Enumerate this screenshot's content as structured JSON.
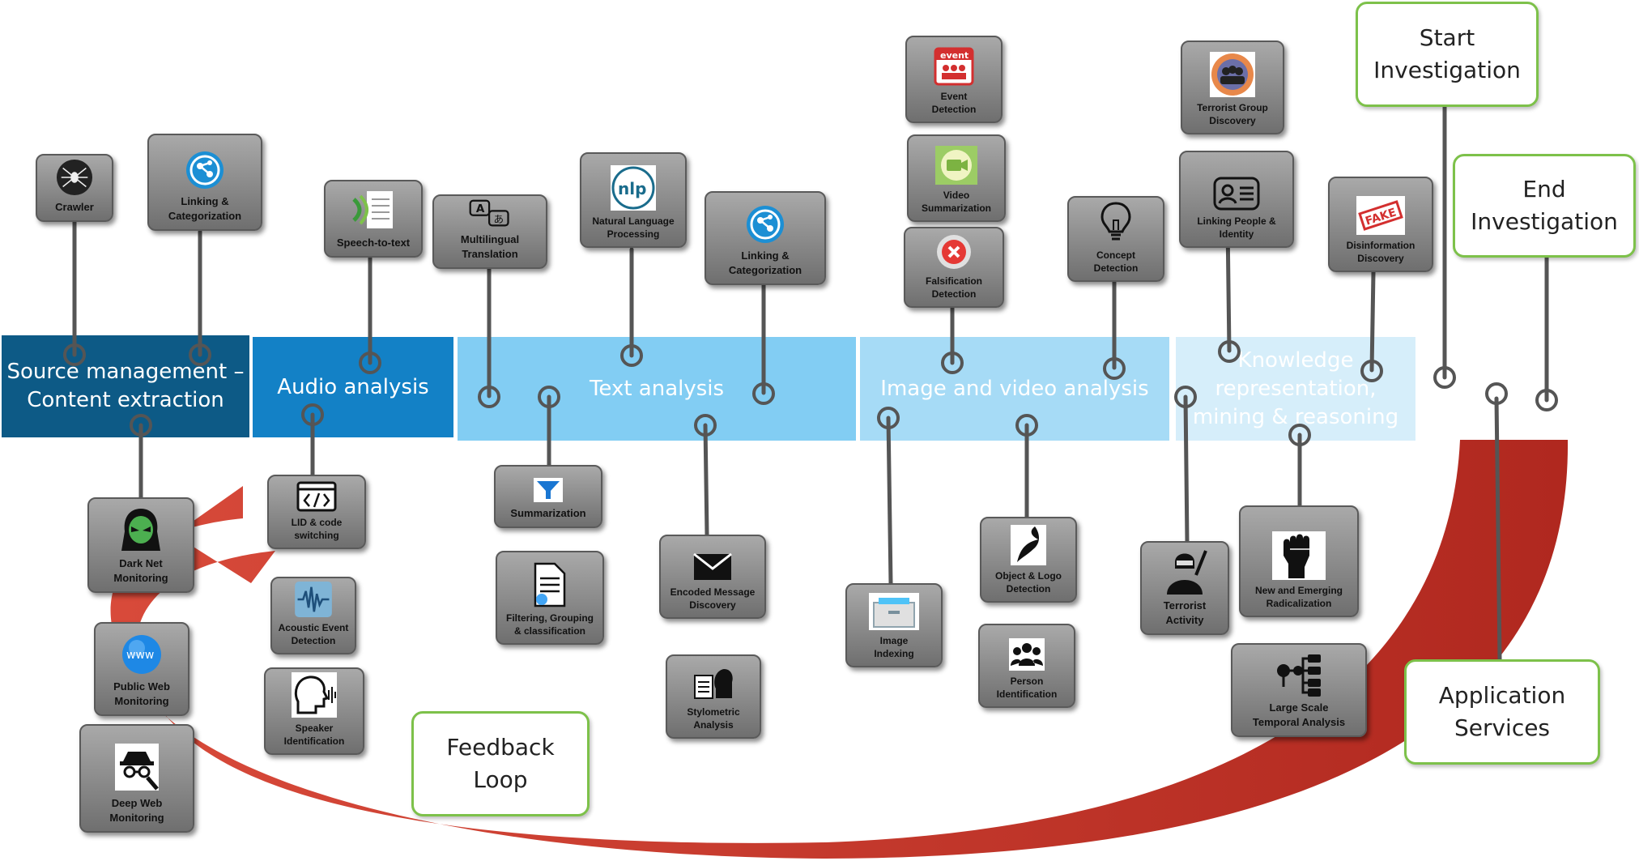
{
  "colors": {
    "band_source": "#0d5a86",
    "band_audio": "#1381c6",
    "band_text": "#82cdf3",
    "band_image": "#a6dbf6",
    "band_knowledge": "#d6eefa",
    "card": "#8f8f8f",
    "connector": "#555555",
    "arrow": "#c8352b",
    "box_border": "#7dc14a"
  },
  "bands": {
    "source": "Source management –\nContent extraction",
    "audio": "Audio analysis",
    "text": "Text analysis",
    "image": "Image and video analysis",
    "knowledge": "Knowledge\nrepresentation,\nmining & reasoning"
  },
  "boxes": {
    "start": "Start\nInvestigation",
    "end": "End\nInvestigation",
    "app": "Application\nServices",
    "feedback": "Feedback\nLoop"
  },
  "cards": {
    "crawler": {
      "label": "Crawler",
      "icon": "spider-icon"
    },
    "linking1": {
      "label": "Linking &\nCategorization",
      "icon": "network-icon"
    },
    "speech": {
      "label": "Speech-to-text",
      "icon": "speech-icon"
    },
    "translation": {
      "label": "Multilingual\nTranslation",
      "icon": "translate-icon"
    },
    "nlp": {
      "label": "Natural Language\nProcessing",
      "icon": "nlp-icon"
    },
    "linking2": {
      "label": "Linking &\nCategorization",
      "icon": "network-icon"
    },
    "event": {
      "label": "Event\nDetection",
      "icon": "calendar-event-icon"
    },
    "video_sum": {
      "label": "Video\nSummarization",
      "icon": "video-camera-icon"
    },
    "falsification": {
      "label": "Falsification\nDetection",
      "icon": "cross-circle-icon"
    },
    "concept": {
      "label": "Concept\nDetection",
      "icon": "lightbulb-icon"
    },
    "terrorist_group": {
      "label": "Terrorist Group\nDiscovery",
      "icon": "group-icon"
    },
    "linking_people": {
      "label": "Linking People &\nIdentity",
      "icon": "id-card-icon"
    },
    "disinformation": {
      "label": "Disinformation\nDiscovery",
      "icon": "fake-stamp-icon",
      "stamp": "FAKE"
    },
    "dark_net": {
      "label": "Dark Net\nMonitoring",
      "icon": "hacker-icon"
    },
    "public_web": {
      "label": "Public Web\nMonitoring",
      "icon": "globe-icon",
      "globe_text": "www"
    },
    "deep_web": {
      "label": "Deep Web\nMonitoring",
      "icon": "spy-icon"
    },
    "lid": {
      "label": "LID & code\nswitching",
      "icon": "code-icon"
    },
    "acoustic": {
      "label": "Acoustic Event\nDetection",
      "icon": "waveform-icon"
    },
    "speaker": {
      "label": "Speaker\nIdentification",
      "icon": "speaker-head-icon"
    },
    "summarization": {
      "label": "Summarization",
      "icon": "funnel-icon"
    },
    "filtering": {
      "label": "Filtering, Grouping\n& classification",
      "icon": "document-icon"
    },
    "encoded": {
      "label": "Encoded Message\nDiscovery",
      "icon": "envelope-icon"
    },
    "stylometric": {
      "label": "Stylometric\nAnalysis",
      "icon": "stylometry-icon"
    },
    "image_index": {
      "label": "Image\nIndexing",
      "icon": "cabinet-icon"
    },
    "object_logo": {
      "label": "Object & Logo\nDetection",
      "icon": "logo-icon"
    },
    "person_id": {
      "label": "Person\nIdentification",
      "icon": "people-icon"
    },
    "terrorist_activity": {
      "label": "Terrorist\nActivity",
      "icon": "terrorist-icon"
    },
    "radicalization": {
      "label": "New and Emerging\nRadicalization",
      "icon": "fist-icon"
    },
    "temporal": {
      "label": "Large Scale\nTemporal Analysis",
      "icon": "hierarchy-icon"
    }
  }
}
